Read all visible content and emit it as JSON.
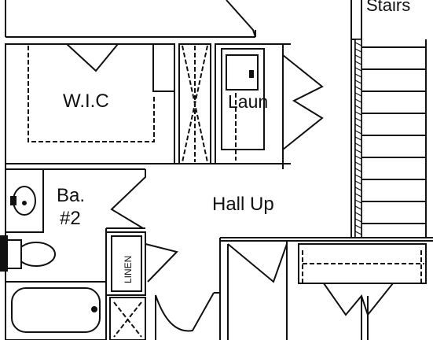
{
  "rooms": {
    "wic": "W.I.C",
    "laundry": "Laun",
    "bath_line1": "Ba.",
    "bath_line2": "#2",
    "hall": "Hall Up",
    "stairs": "Stairs",
    "linen": "LINEN"
  },
  "colors": {
    "wall": "#111111",
    "background": "#ffffff"
  }
}
